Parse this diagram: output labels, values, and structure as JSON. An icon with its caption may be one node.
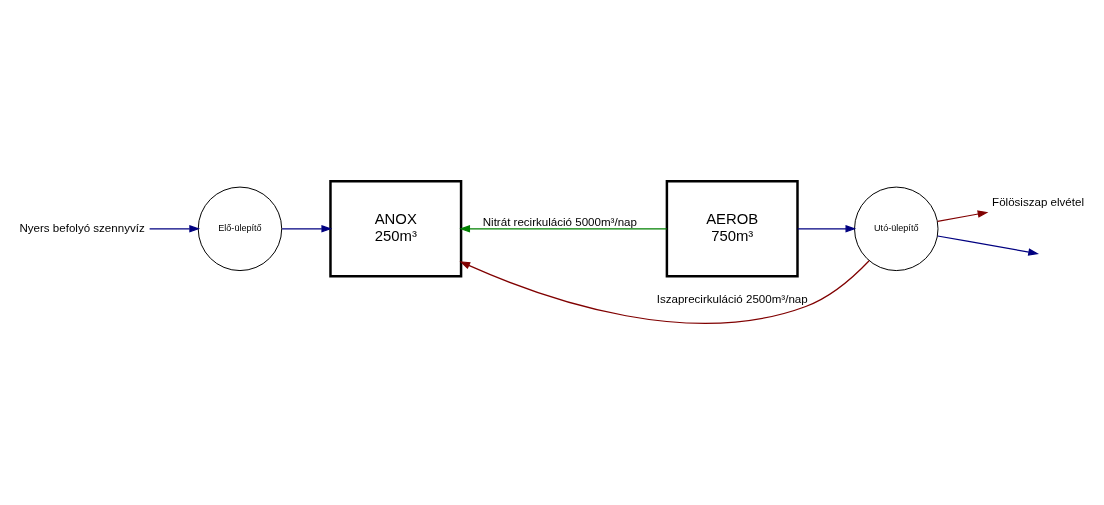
{
  "diagram": {
    "nodes": [
      {
        "text": [
          "Elő-ülepítő"
        ]
      },
      {
        "text": [
          "ANOX",
          "250m³"
        ]
      },
      {
        "text": [
          "AEROB",
          "750m³"
        ]
      },
      {
        "text": [
          "Utó-ülepítő"
        ]
      },
      {
        "text": [
          "Nyers befolyó szennyvíz"
        ]
      },
      {
        "text": [
          "Fölösiszap elvétel"
        ]
      }
    ],
    "edges": [
      {
        "from": 4,
        "to": 0,
        "arrow": "to"
      },
      {
        "from": 0,
        "to": 1,
        "arrow": "to"
      },
      {
        "from": 2,
        "to": 3,
        "arrow": "to"
      },
      {
        "from": 3,
        "to": null,
        "arrow": "to"
      },
      {
        "from": 2,
        "to": 1,
        "arrow": "to",
        "label": "Nitrát recirkuláció 5000m³/nap",
        "color": "#008000"
      },
      {
        "from": 3,
        "to": 1,
        "arrow": "to",
        "label": "Iszaprecirkuláció 2500m³/nap",
        "color": "#800000"
      },
      {
        "from": 3,
        "to": 5,
        "arrow": "to",
        "color": "#800000"
      }
    ]
  }
}
